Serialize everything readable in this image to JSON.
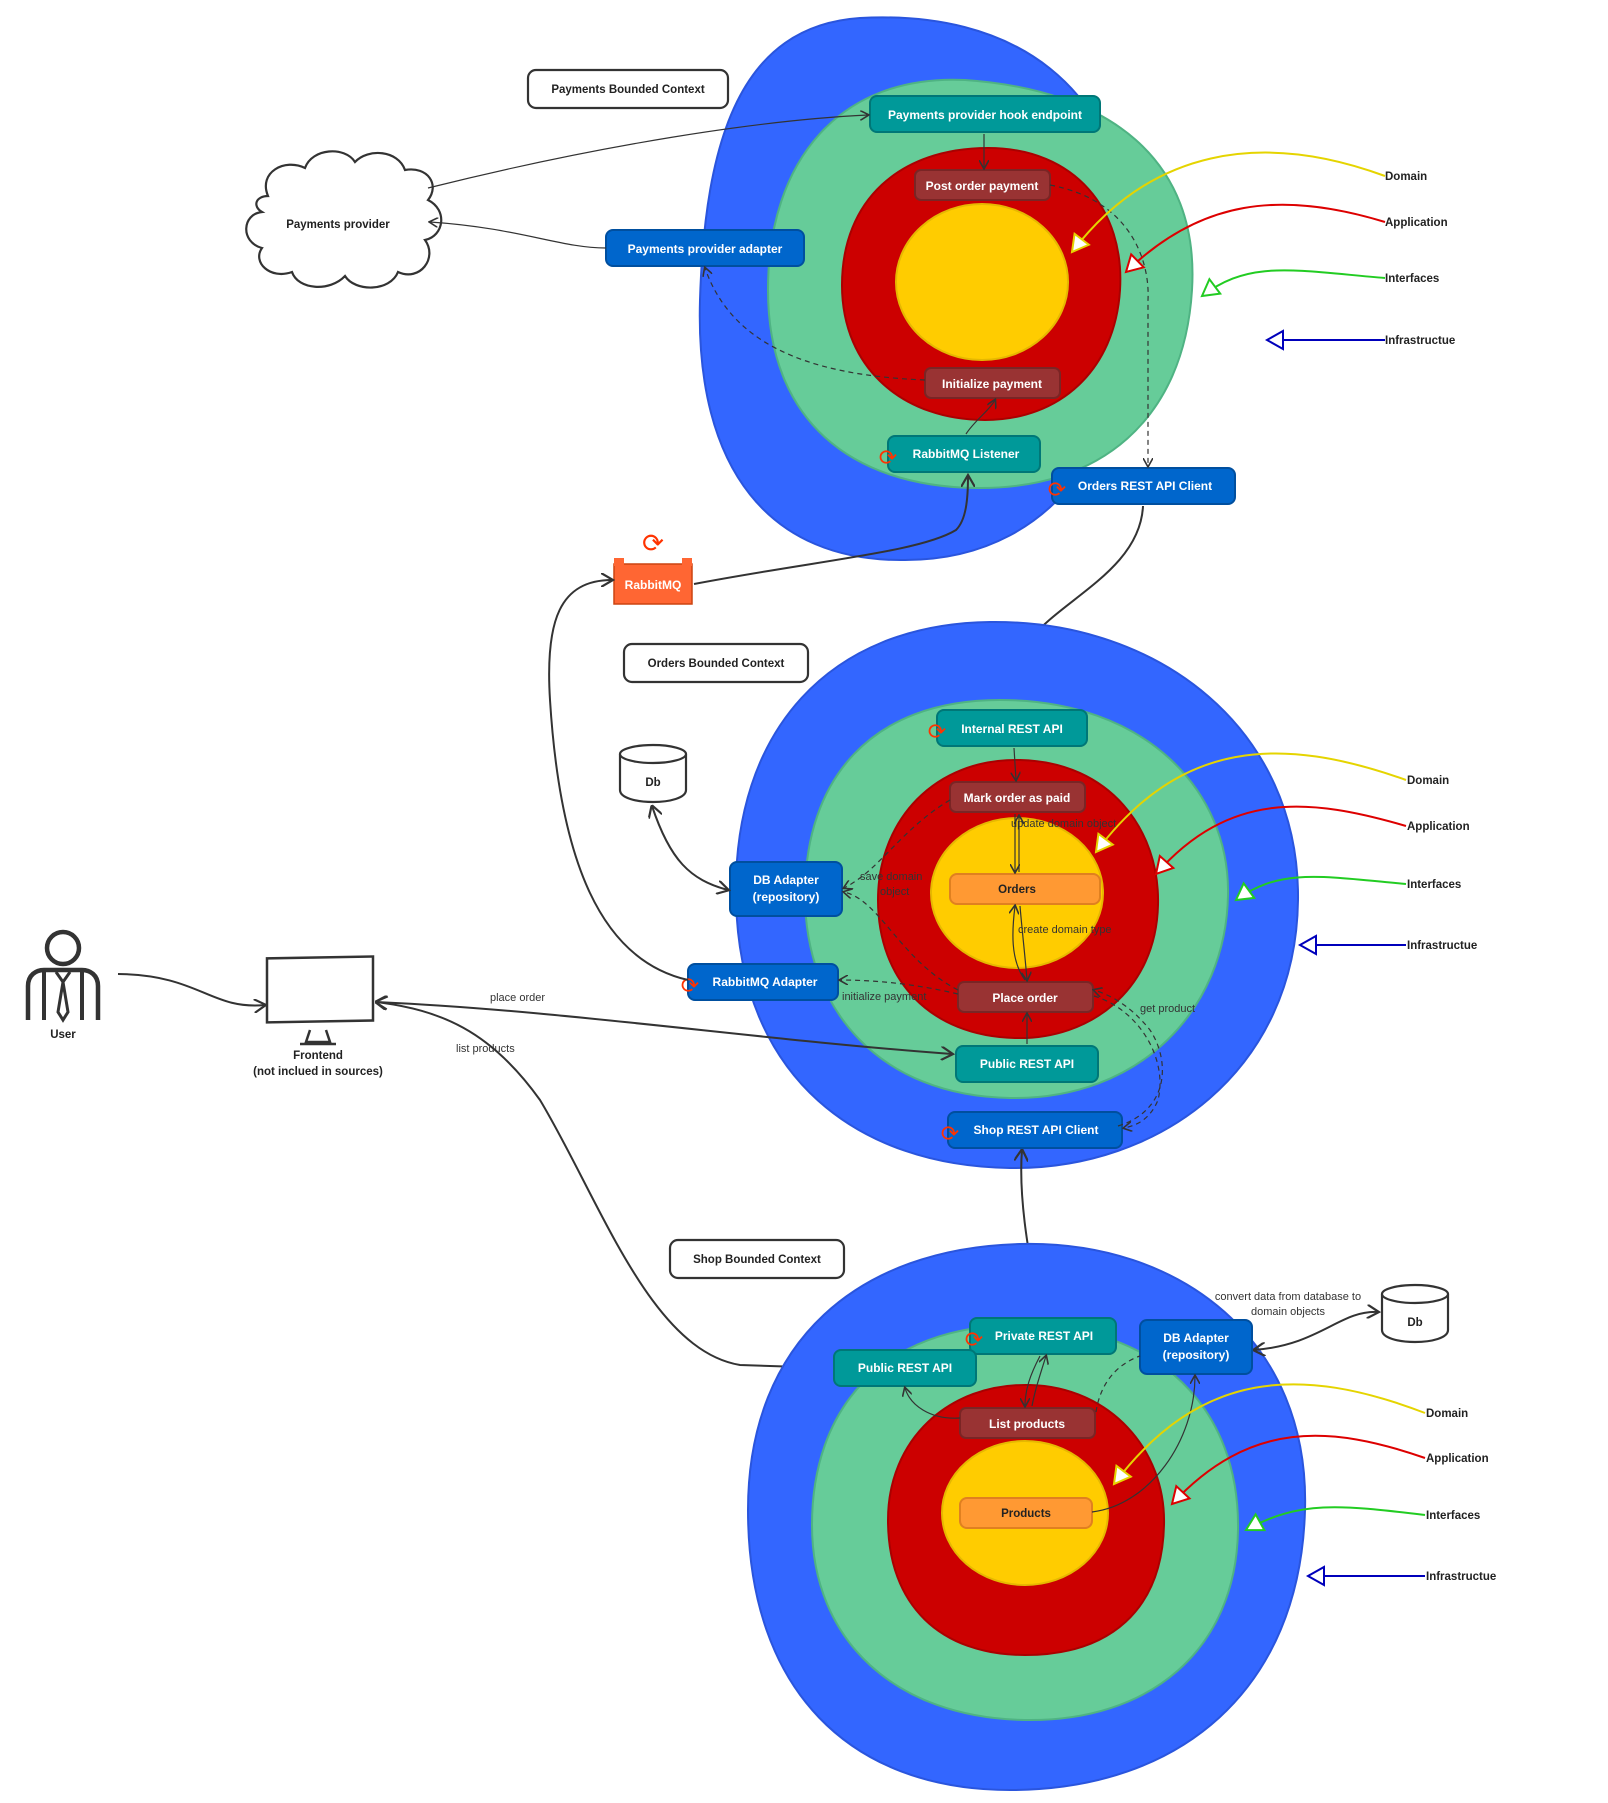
{
  "colors": {
    "infrastructure": "#3366ff",
    "interfaces": "#66cc99",
    "application": "#cc0000",
    "domain": "#ffcc00",
    "teal": "#009999",
    "blue": "#0066cc",
    "maroon": "#993333",
    "orange": "#ff9933",
    "rabbitmq": "#ff6633"
  },
  "legend_labels": {
    "domain": "Domain",
    "application": "Application",
    "interfaces": "Interfaces",
    "infrastructure": "Infrastructue"
  },
  "external": {
    "payments_provider": "Payments provider",
    "rabbitmq": "RabbitMQ",
    "user": "User",
    "frontend_line1": "Frontend",
    "frontend_line2": "(not inclued in sources)",
    "db": "Db"
  },
  "payments": {
    "title": "Payments Bounded Context",
    "hook_endpoint": "Payments provider hook endpoint",
    "post_order_payment": "Post order payment",
    "provider_adapter": "Payments provider adapter",
    "initialize_payment": "Initialize payment",
    "rabbitmq_listener": "RabbitMQ Listener",
    "orders_client": "Orders REST API Client"
  },
  "orders": {
    "title": "Orders Bounded Context",
    "internal_api": "Internal REST API",
    "mark_paid": "Mark order as paid",
    "db_adapter_line1": "DB Adapter",
    "db_adapter_line2": "(repository)",
    "orders_domain": "Orders",
    "rabbitmq_adapter": "RabbitMQ Adapter",
    "place_order": "Place order",
    "public_api": "Public REST API",
    "shop_client": "Shop REST API Client",
    "update_domain_object": "update domain object",
    "save_domain_line1": "save domain",
    "save_domain_line2": "object",
    "create_domain_type": "create domain type",
    "initialize_payment_edge": "initialize payment",
    "get_product": "get product",
    "place_order_edge": "place order",
    "list_products_edge": "list products"
  },
  "shop": {
    "title": "Shop Bounded Context",
    "private_api": "Private REST API",
    "public_api": "Public REST API",
    "db_adapter_line1": "DB Adapter",
    "db_adapter_line2": "(repository)",
    "list_products": "List products",
    "products": "Products",
    "convert_line1": "convert data from database to",
    "convert_line2": "domain objects"
  }
}
